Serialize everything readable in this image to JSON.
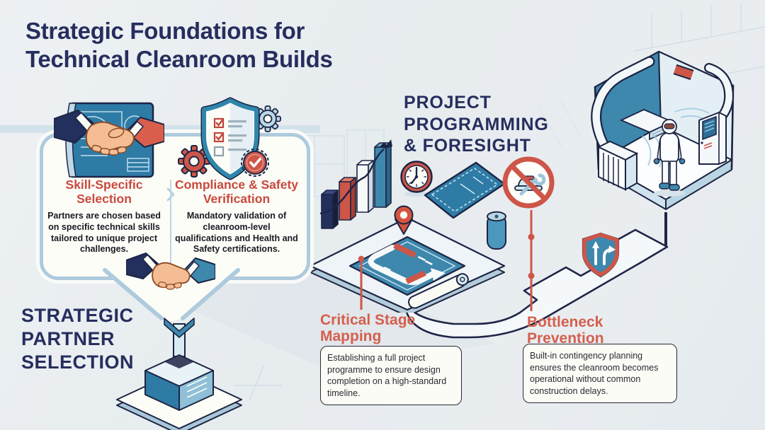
{
  "title": {
    "line1": "Strategic Foundations for",
    "line2": "Technical Cleanroom Builds"
  },
  "left_section": {
    "label": {
      "line1": "STRATEGIC",
      "line2": "PARTNER",
      "line3": "SELECTION"
    },
    "cards": [
      {
        "heading": "Skill-Specific Selection",
        "body": "Partners are chosen based on specific technical skills tailored to unique project challenges."
      },
      {
        "heading": "Compliance & Safety Verification",
        "body": "Mandatory validation of cleanroom-level qualifications and Health and Safety certifications."
      }
    ]
  },
  "right_section": {
    "heading": {
      "line1": "PROJECT",
      "line2": "PROGRAMMING",
      "line3": "& FORESIGHT"
    },
    "callouts": [
      {
        "heading": "Critical Stage Mapping",
        "body": "Establishing a full project programme to ensure design completion on a high-standard timeline."
      },
      {
        "heading": "Bottleneck Prevention",
        "body": "Built-in contingency planning ensures the cleanroom becomes operational without common construction delays."
      }
    ]
  },
  "icons": [
    "handshake-blueprint-icon",
    "compliance-shield-icon",
    "gear-icon",
    "checklist-icon",
    "approval-seal-icon",
    "handshake-icon",
    "pedestal-structure",
    "bar-chart-icon",
    "clock-icon",
    "blueprint-roll-icon",
    "route-map-icon",
    "location-pin-icon",
    "no-construction-sign-icon",
    "detour-shield-icon",
    "cleanroom-illustration"
  ],
  "colors": {
    "navy": "#262e5e",
    "outline": "#1d2544",
    "brand_red": "#c8493c",
    "accent_red": "#d45f4d",
    "blueprint_blue": "#2e7ba6",
    "steel_blue": "#3e87ad",
    "light_blue": "#bcd7e6",
    "border_blue": "#aecbdd",
    "background": "#e8edf1",
    "card_bg": "#fdfdf7"
  }
}
